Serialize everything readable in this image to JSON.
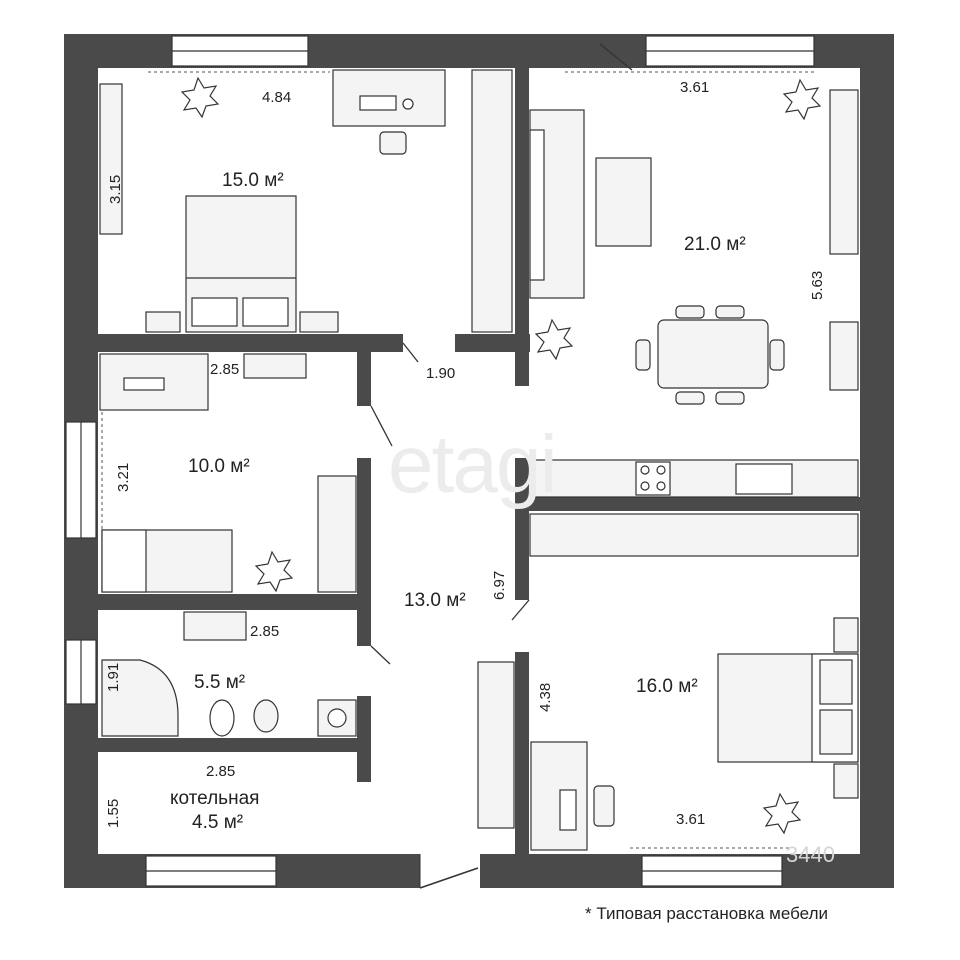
{
  "rooms": {
    "bedroom_top": {
      "area": "15.0 м²",
      "dim_top": "4.84",
      "dim_left": "3.15"
    },
    "living": {
      "area": "21.0 м²",
      "dim_top": "3.61",
      "dim_right": "5.63"
    },
    "bedroom_small": {
      "area": "10.0 м²",
      "dim_top": "2.85",
      "dim_left": "3.21"
    },
    "bathroom": {
      "area": "5.5 м²",
      "dim_top": "2.85",
      "dim_left": "1.91"
    },
    "boiler": {
      "name": "котельная",
      "area": "4.5 м²",
      "dim_top": "2.85",
      "dim_left": "1.55"
    },
    "hall": {
      "area": "13.0 м²",
      "dim_right": "6.97",
      "dim_door": "1.90"
    },
    "bedroom_bottom": {
      "area": "16.0 м²",
      "dim_bottom": "3.61",
      "dim_left": "4.38"
    }
  },
  "footnote": "* Типовая расстановка мебели",
  "watermark": {
    "brand": "etagi",
    "code": "3440"
  },
  "colors": {
    "wall": "#4a4a4a",
    "line": "#333333",
    "furniture": "#f4f4f4"
  }
}
